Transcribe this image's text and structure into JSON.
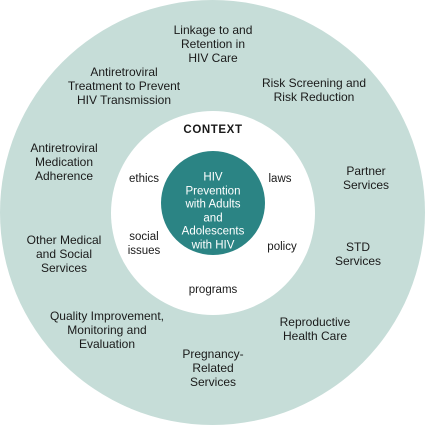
{
  "colors": {
    "outer_ring": "#c6ddd8",
    "context_area": "#ffffff",
    "core": "#2b8484",
    "core_text": "#ffffff",
    "text": "#1a1a1a"
  },
  "core": {
    "label": "HIV\nPrevention\nwith Adults\nand\nAdolescents\nwith HIV"
  },
  "context": {
    "title": "CONTEXT",
    "items": [
      "ethics",
      "laws",
      "social\nissues",
      "policy",
      "programs"
    ]
  },
  "services": [
    "Linkage to and\nRetention in\nHIV Care",
    "Risk Screening and\nRisk Reduction",
    "Partner Services",
    "STD Services",
    "Reproductive\nHealth Care",
    "Pregnancy-\nRelated\nServices",
    "Quality Improvement,\nMonitoring and\nEvaluation",
    "Other Medical\nand Social\nServices",
    "Antiretroviral\nMedication\nAdherence",
    "Antiretroviral\nTreatment to Prevent\nHIV Transmission"
  ]
}
